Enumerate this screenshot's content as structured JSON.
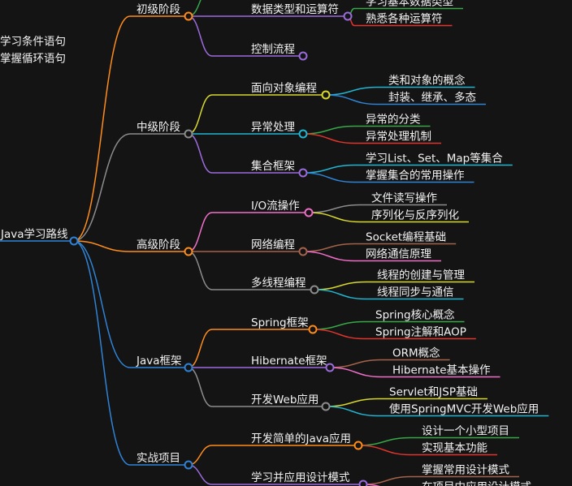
{
  "root": {
    "label": "Java学习路线",
    "color": "#2f83d6"
  },
  "stages": [
    {
      "label": "初级阶段",
      "color": "#ff8c1a",
      "topics": [
        {
          "label": "",
          "color": "#37a847",
          "items": []
        },
        {
          "label": "数据类型和运算符",
          "color": "#9b6bdd",
          "items": [
            {
              "label": "学习基本数据类型",
              "color": "#37a847"
            },
            {
              "label": "熟悉各种运算符",
              "color": "#e0342c"
            }
          ]
        },
        {
          "label": "控制流程",
          "color": "#9b6bdd",
          "items": [
            {
              "label": "学习条件语句",
              "color": "#a5624a"
            },
            {
              "label": "掌握循环语句",
              "color": "#f06ec8"
            }
          ]
        }
      ]
    },
    {
      "label": "中级阶段",
      "color": "#8c8c8c",
      "topics": [
        {
          "label": "面向对象编程",
          "color": "#d7d72e",
          "items": [
            {
              "label": "类和对象的概念",
              "color": "#22b5d1"
            },
            {
              "label": "封装、继承、多态",
              "color": "#2f83d6"
            }
          ]
        },
        {
          "label": "异常处理",
          "color": "#22b5d1",
          "items": [
            {
              "label": "异常的分类",
              "color": "#37a847"
            },
            {
              "label": "异常处理机制",
              "color": "#e0342c"
            }
          ]
        },
        {
          "label": "集合框架",
          "color": "#9b6bdd",
          "items": [
            {
              "label": "学习List、Set、Map等集合",
              "color": "#22b5d1"
            },
            {
              "label": "掌握集合的常用操作",
              "color": "#2f83d6"
            }
          ]
        }
      ]
    },
    {
      "label": "高级阶段",
      "color": "#ff8c1a",
      "topics": [
        {
          "label": "I/O流操作",
          "color": "#f06ec8",
          "items": [
            {
              "label": "文件读写操作",
              "color": "#8c8c8c"
            },
            {
              "label": "序列化与反序列化",
              "color": "#d7d72e"
            }
          ]
        },
        {
          "label": "网络编程",
          "color": "#a5624a",
          "items": [
            {
              "label": "Socket编程基础",
              "color": "#a5624a"
            },
            {
              "label": "网络通信原理",
              "color": "#f06ec8"
            }
          ]
        },
        {
          "label": "多线程编程",
          "color": "#8c8c8c",
          "items": [
            {
              "label": "线程的创建与管理",
              "color": "#d7d72e"
            },
            {
              "label": "线程同步与通信",
              "color": "#22b5d1"
            }
          ]
        }
      ]
    },
    {
      "label": "Java框架",
      "color": "#2f83d6",
      "topics": [
        {
          "label": "Spring框架",
          "color": "#ff8c1a",
          "items": [
            {
              "label": "Spring核心概念",
              "color": "#37a847"
            },
            {
              "label": "Spring注解和AOP",
              "color": "#e0342c"
            }
          ]
        },
        {
          "label": "Hibernate框架",
          "color": "#9b6bdd",
          "items": [
            {
              "label": "ORM概念",
              "color": "#a5624a"
            },
            {
              "label": "Hibernate基本操作",
              "color": "#f06ec8"
            }
          ]
        },
        {
          "label": "开发Web应用",
          "color": "#8c8c8c",
          "items": [
            {
              "label": "Servlet和JSP基础",
              "color": "#d7d72e"
            },
            {
              "label": "使用SpringMVC开发Web应用",
              "color": "#22b5d1"
            }
          ]
        }
      ]
    },
    {
      "label": "实战项目",
      "color": "#2f83d6",
      "topics": [
        {
          "label": "开发简单的Java应用",
          "color": "#ff8c1a",
          "items": [
            {
              "label": "设计一个小型项目",
              "color": "#37a847"
            },
            {
              "label": "实现基本功能",
              "color": "#e0342c"
            }
          ]
        },
        {
          "label": "学习并应用设计模式",
          "color": "#9b6bdd",
          "items": [
            {
              "label": "掌握常用设计模式",
              "color": "#a5624a"
            },
            {
              "label": "在项目中应用设计模式",
              "color": "#f06ec8"
            }
          ]
        }
      ]
    }
  ]
}
